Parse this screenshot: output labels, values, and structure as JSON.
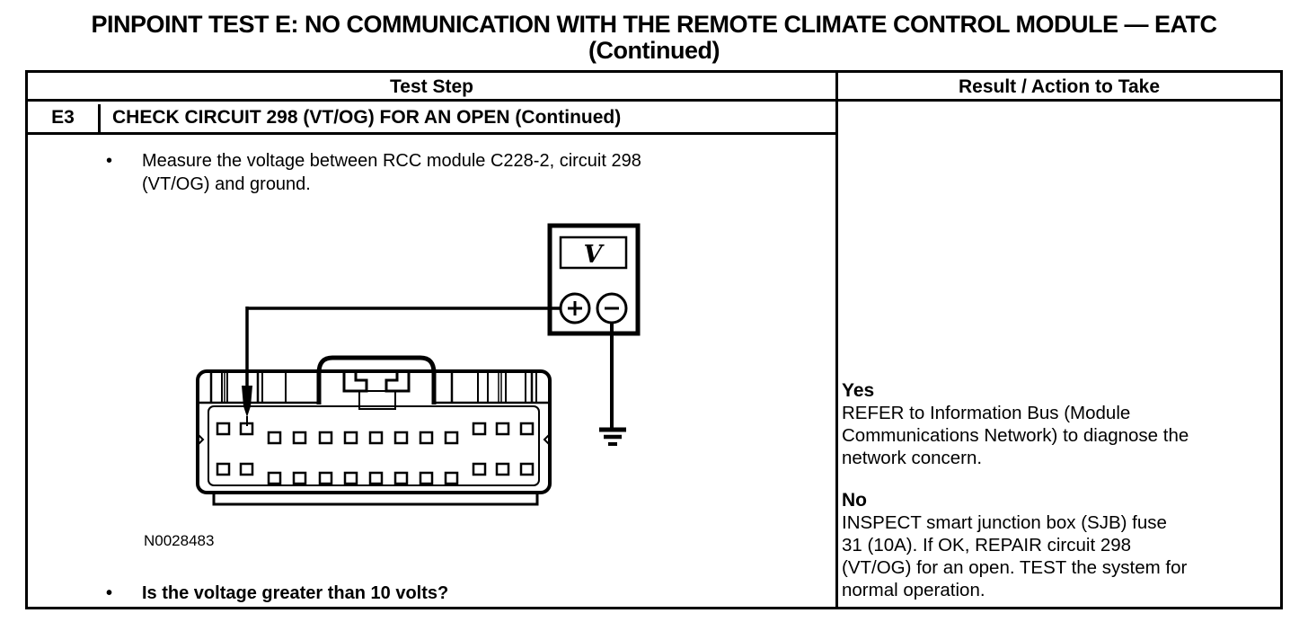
{
  "page": {
    "title_line1": "PINPOINT TEST E: NO COMMUNICATION WITH THE REMOTE CLIMATE CONTROL MODULE — EATC",
    "title_line2": "(Continued)"
  },
  "table": {
    "header": {
      "test_step": "Test Step",
      "result": "Result / Action to Take"
    },
    "step_row": {
      "id": "E3",
      "title": "CHECK CIRCUIT 298 (VT/OG) FOR AN OPEN (Continued)"
    },
    "test_step": {
      "bullet_glyph": "•",
      "bullet1": "Measure the voltage between RCC module C228-2, circuit 298\n(VT/OG) and ground.",
      "figure_label": "N0028483",
      "bullet2": "Is the voltage greater than 10 volts?"
    },
    "result": {
      "yes_label": "Yes",
      "yes_text": "REFER to Information Bus (Module\nCommunications Network) to diagnose the\nnetwork concern.",
      "no_label": "No",
      "no_text": "INSPECT smart junction box (SJB) fuse\n31 (10A). If OK, REPAIR circuit 298\n(VT/OG) for an open. TEST the system for\nnormal operation."
    }
  },
  "diagram": {
    "meter_display": "V",
    "plus_terminal": "+",
    "minus_terminal": "−"
  },
  "colors": {
    "ink": "#000000",
    "paper": "#ffffff"
  }
}
